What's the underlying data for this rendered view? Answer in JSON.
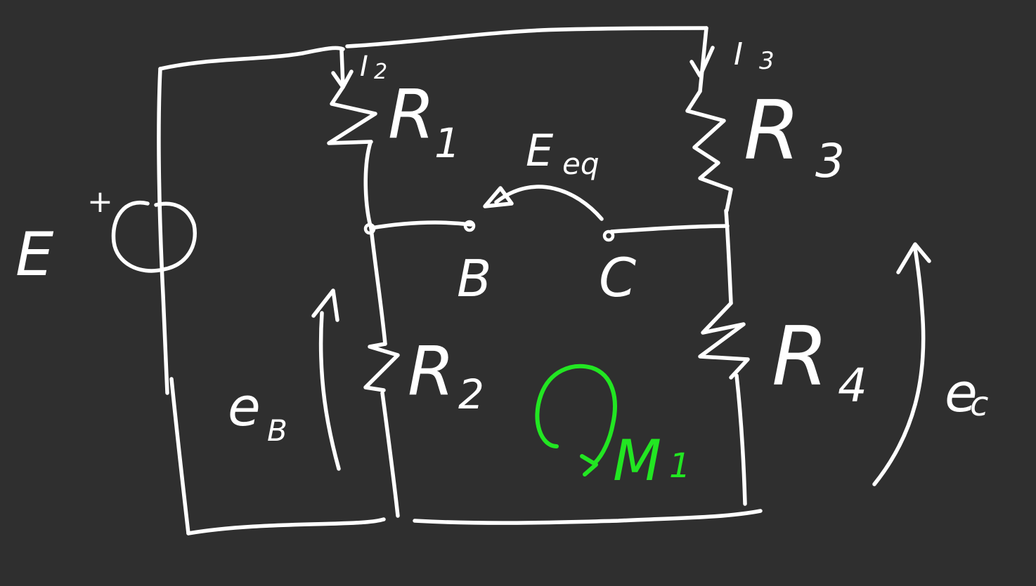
{
  "colors": {
    "background": "#2f2f2f",
    "ink": "#ffffff",
    "mesh": "#22e622"
  },
  "labels": {
    "source": "E",
    "plus": "+",
    "I2": "I",
    "I2_sub": "2",
    "I3": "I",
    "I3_sub": "3",
    "R1": "R",
    "R1_sub": "1",
    "R2": "R",
    "R2_sub": "2",
    "R3": "R",
    "R3_sub": "3",
    "R4": "R",
    "R4_sub": "4",
    "Eeq": "E",
    "Eeq_sub": "eq",
    "nodeB": "B",
    "nodeC": "C",
    "eB": "e",
    "eB_sub": "B",
    "eC": "e",
    "eC_sub": "c",
    "mesh": "M",
    "mesh_sub": "1"
  }
}
